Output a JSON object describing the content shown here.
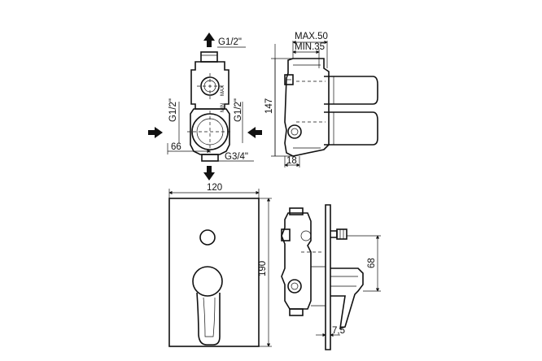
{
  "labels": {
    "g12_top": "G1/2\"",
    "g12_left": "G1/2\"",
    "g12_right": "G1/2\"",
    "g34": "G3/4\"",
    "d66": "66",
    "d147": "147",
    "d18": "18",
    "max50": "MAX.50",
    "min35": "MIN.35",
    "d120": "120",
    "d190": "190",
    "d68": "68",
    "d75": "7,5",
    "body_max": "MAX",
    "body_min": "MIN"
  }
}
